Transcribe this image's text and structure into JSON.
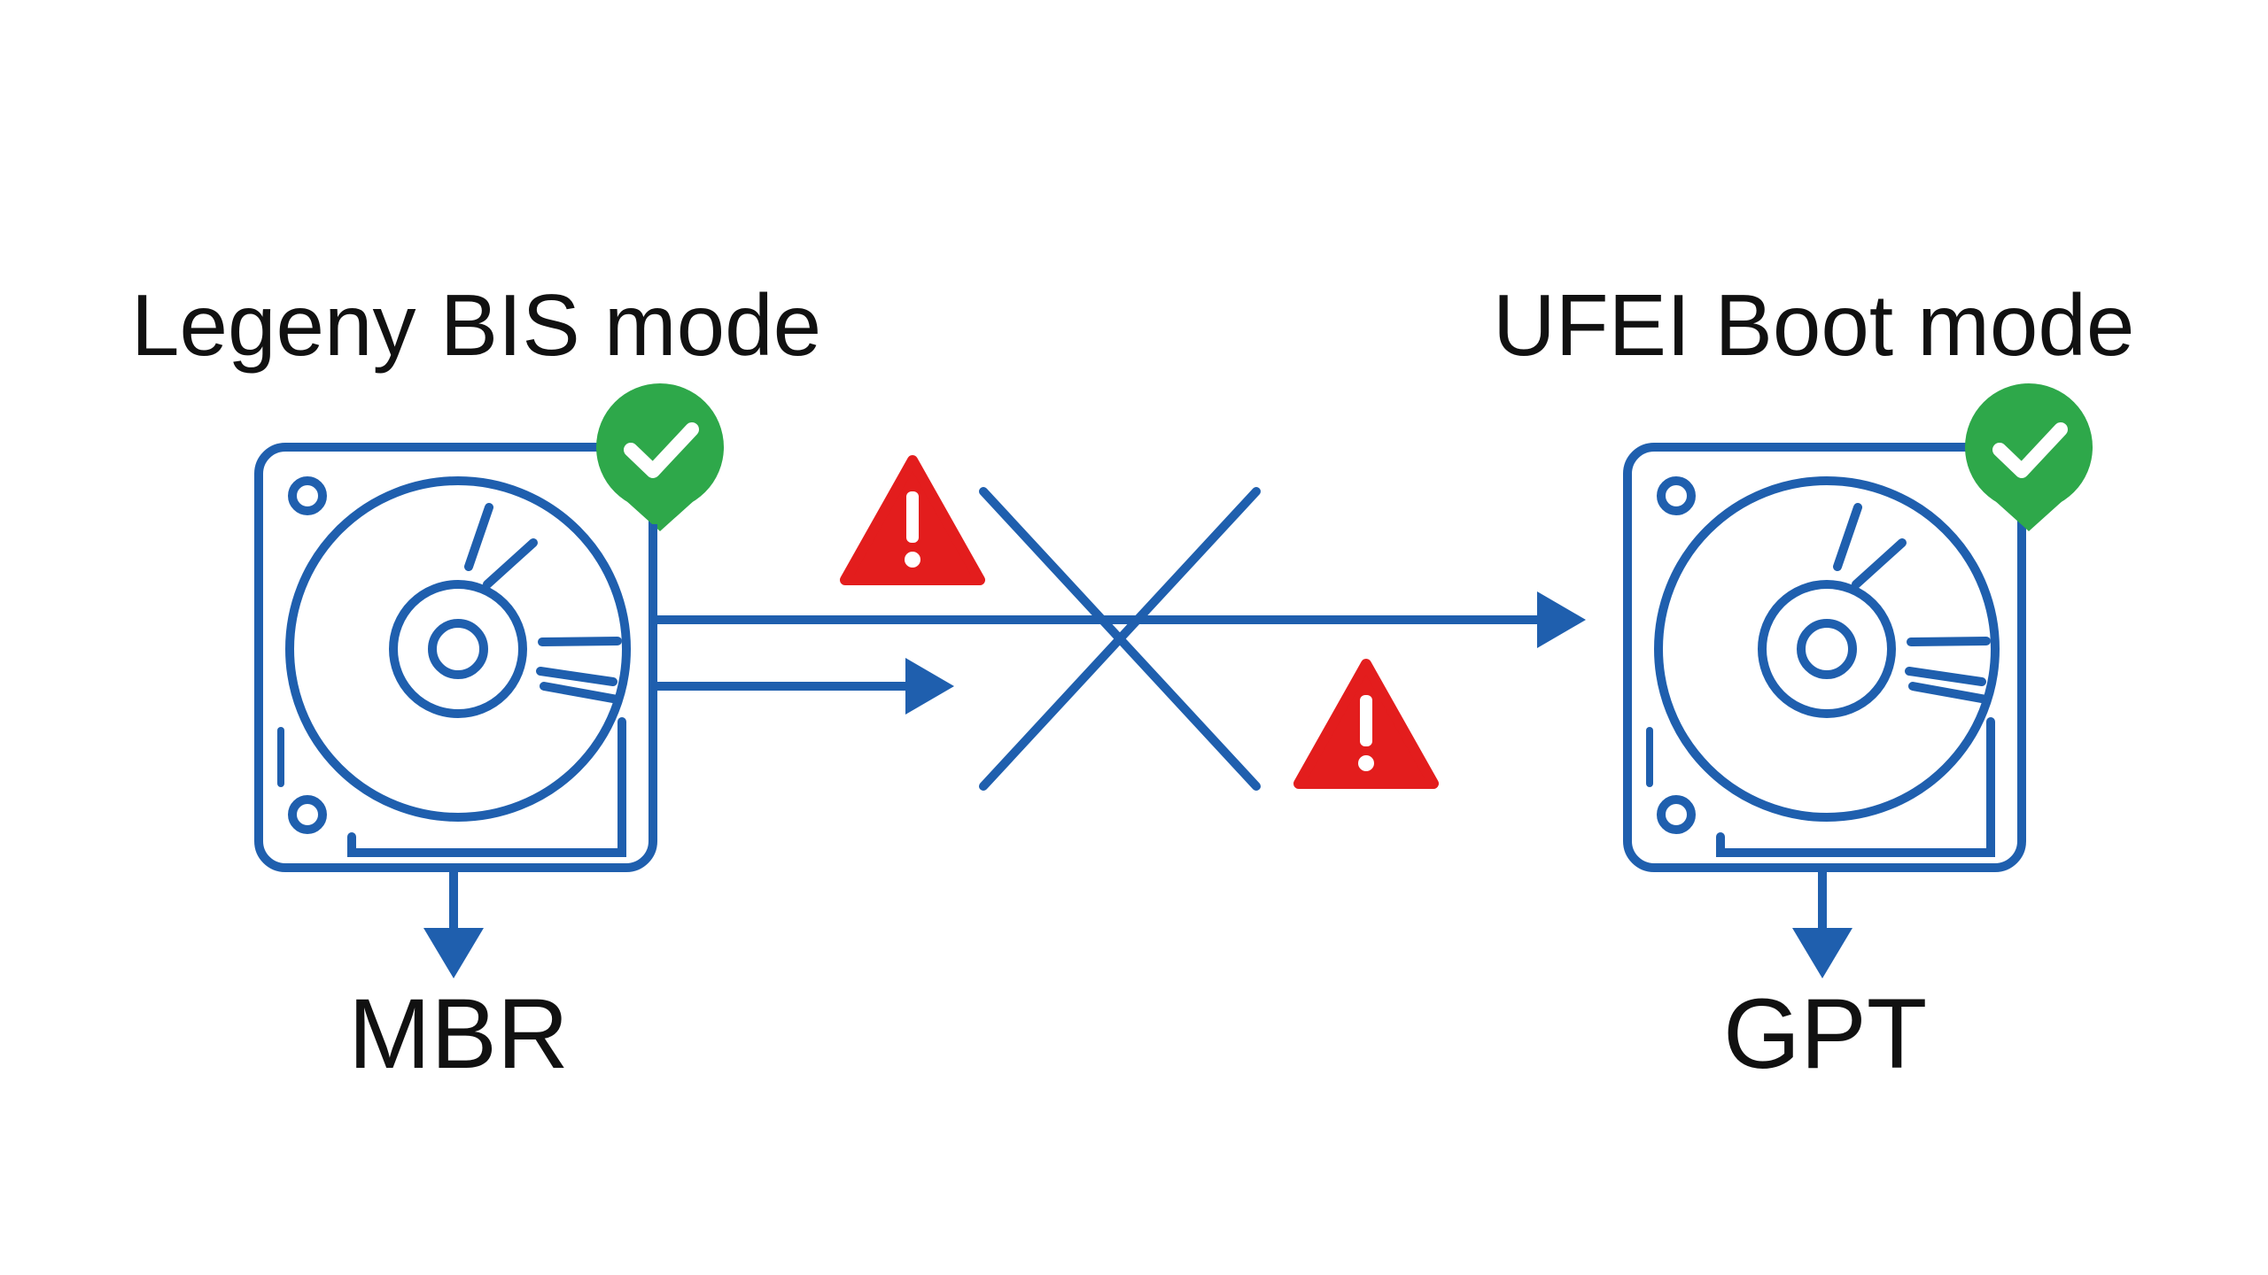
{
  "left": {
    "mode_label": "Legeny BIS mode",
    "partition_label": "MBR",
    "disk_icon": "hard-disk-icon",
    "status_icon": "check-badge-icon"
  },
  "right": {
    "mode_label": "UFEI Boot mode",
    "partition_label": "GPT",
    "disk_icon": "hard-disk-icon",
    "status_icon": "check-badge-icon"
  },
  "middle": {
    "warning_icon": "warning-triangle-icon",
    "blocked_icon": "x-cross-icon"
  },
  "colors": {
    "line": "#1f5fae",
    "check": "#2ea84a",
    "warning": "#e31d1d",
    "text": "#111111",
    "background": "#ffffff"
  }
}
